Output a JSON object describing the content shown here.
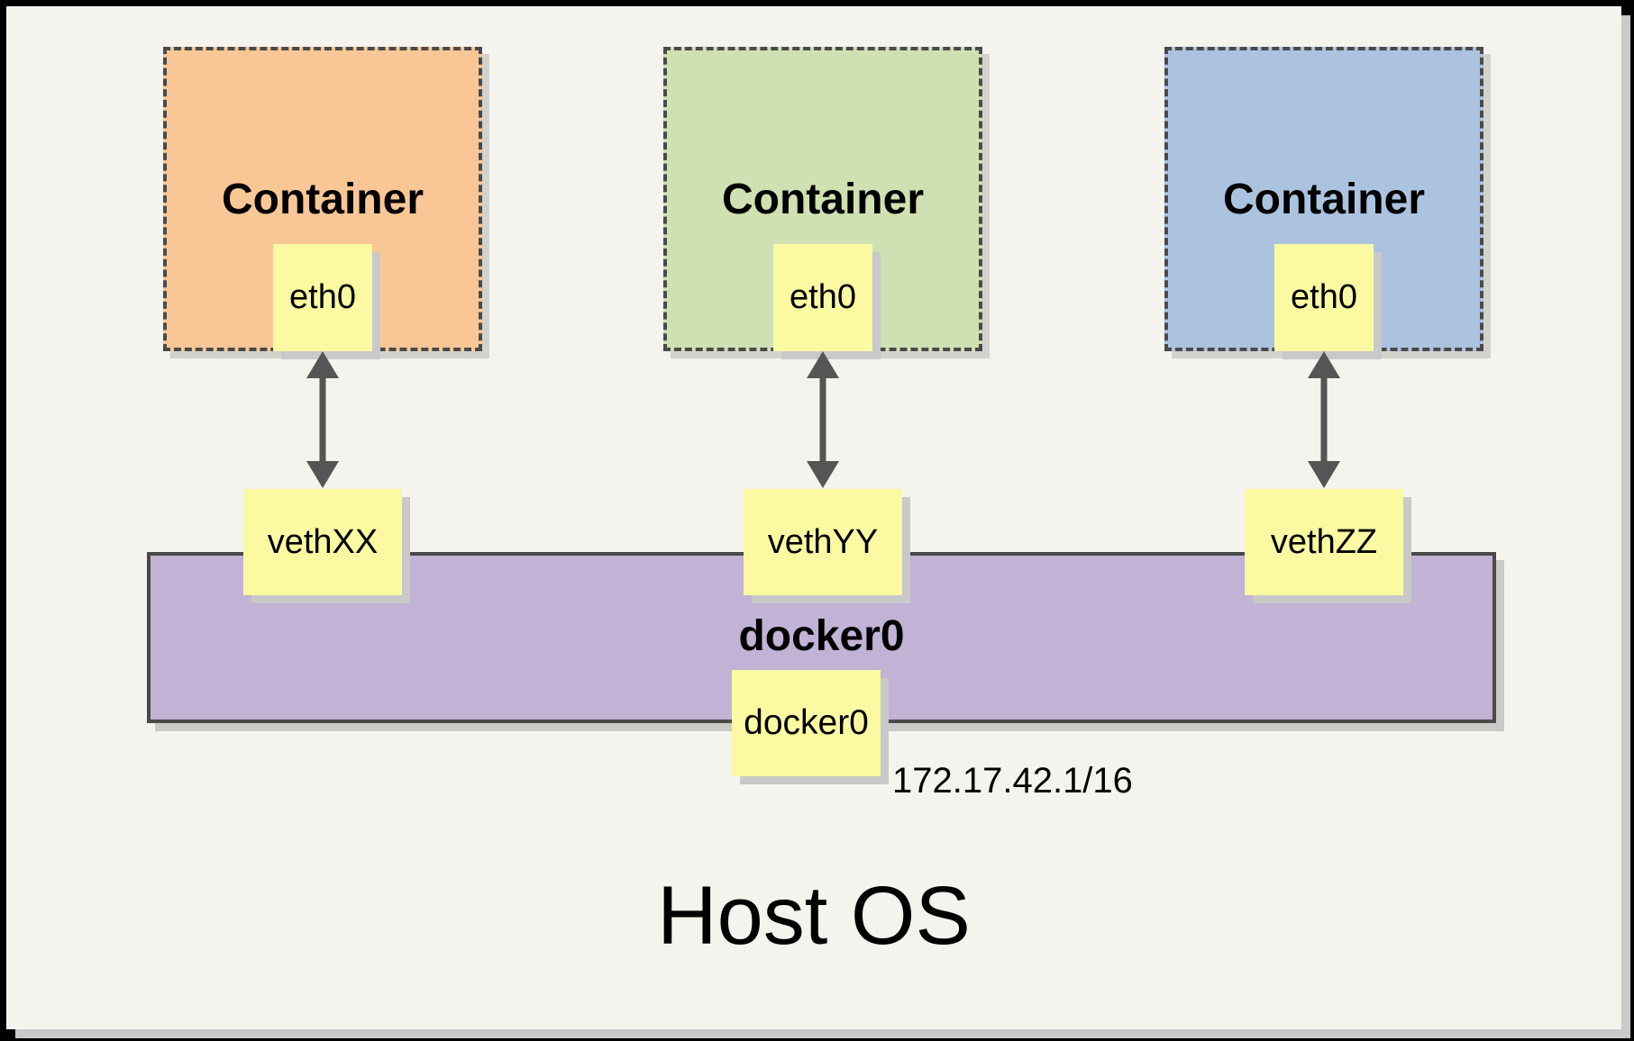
{
  "diagram": {
    "host_label": "Host OS",
    "bridge": {
      "name": "docker0",
      "interface": "docker0",
      "ip": "172.17.42.1/16"
    },
    "containers": [
      {
        "label": "Container",
        "interface": "eth0",
        "veth": "vethXX"
      },
      {
        "label": "Container",
        "interface": "eth0",
        "veth": "vethYY"
      },
      {
        "label": "Container",
        "interface": "eth0",
        "veth": "vethZZ"
      }
    ],
    "colors": {
      "frame": "#000000",
      "canvas": "#F4F3ED",
      "container_orange": "#F9C795",
      "container_green": "#CFE0B2",
      "container_blue": "#ACC3E0",
      "bridge_purple": "#C2B2D6",
      "interface_yellow": "#FBFAA2",
      "arrow_gray": "#555555",
      "border_gray": "#4A4A4A",
      "shadow_gray": "#C9C9C9"
    }
  }
}
